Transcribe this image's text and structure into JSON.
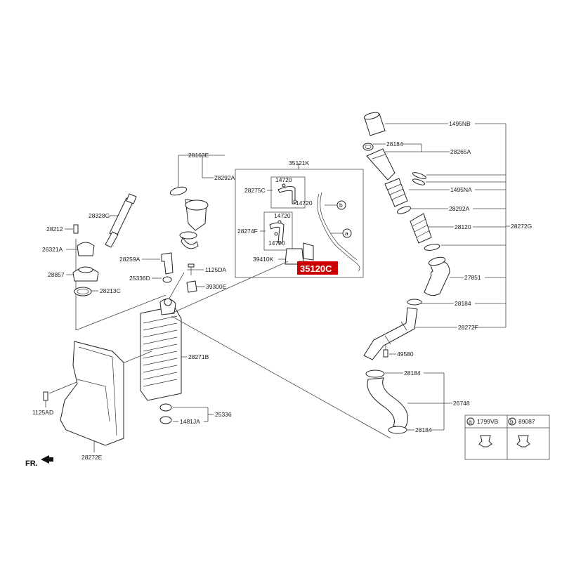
{
  "labels": {
    "p1495NB": "1495NB",
    "p28184_top": "28184",
    "p28265A": "28265A",
    "p1495NA": "1495NA",
    "p28292A_right": "28292A",
    "p28272G": "28272G",
    "p28120": "28120",
    "p27851": "27851",
    "p28184_mid": "28184",
    "p28272F": "28272F",
    "p49580": "49580",
    "p28184_low1": "28184",
    "p26748": "26748",
    "p28184_low2": "28184",
    "p28163E": "28163E",
    "p28292A_left": "28292A",
    "p35121K": "35121K",
    "p14720_a": "14720",
    "p28275C": "28275C",
    "p14720_b": "14720",
    "p14720_c": "14720",
    "p28274F": "28274F",
    "p14720_d": "14720",
    "p39410K": "39410K",
    "p28328G": "28328G",
    "p28212": "28212",
    "p26321A": "26321A",
    "p28857": "28857",
    "p28213C": "28213C",
    "p28259A": "28259A",
    "p1125DA": "1125DA",
    "p25336D": "25336D",
    "p39300E": "39300E",
    "p28271B": "28271B",
    "p1125AD": "1125AD",
    "p25336": "25336",
    "p1481JA": "1481JA",
    "p28272E": "28272E",
    "circle_b": "b",
    "circle_a": "a"
  },
  "highlight": {
    "part_number": "35120C",
    "color": "#cc0000"
  },
  "legend": {
    "a_letter": "a",
    "a_part": "1799VB",
    "b_letter": "b",
    "b_part": "89087"
  },
  "direction_label": "FR."
}
